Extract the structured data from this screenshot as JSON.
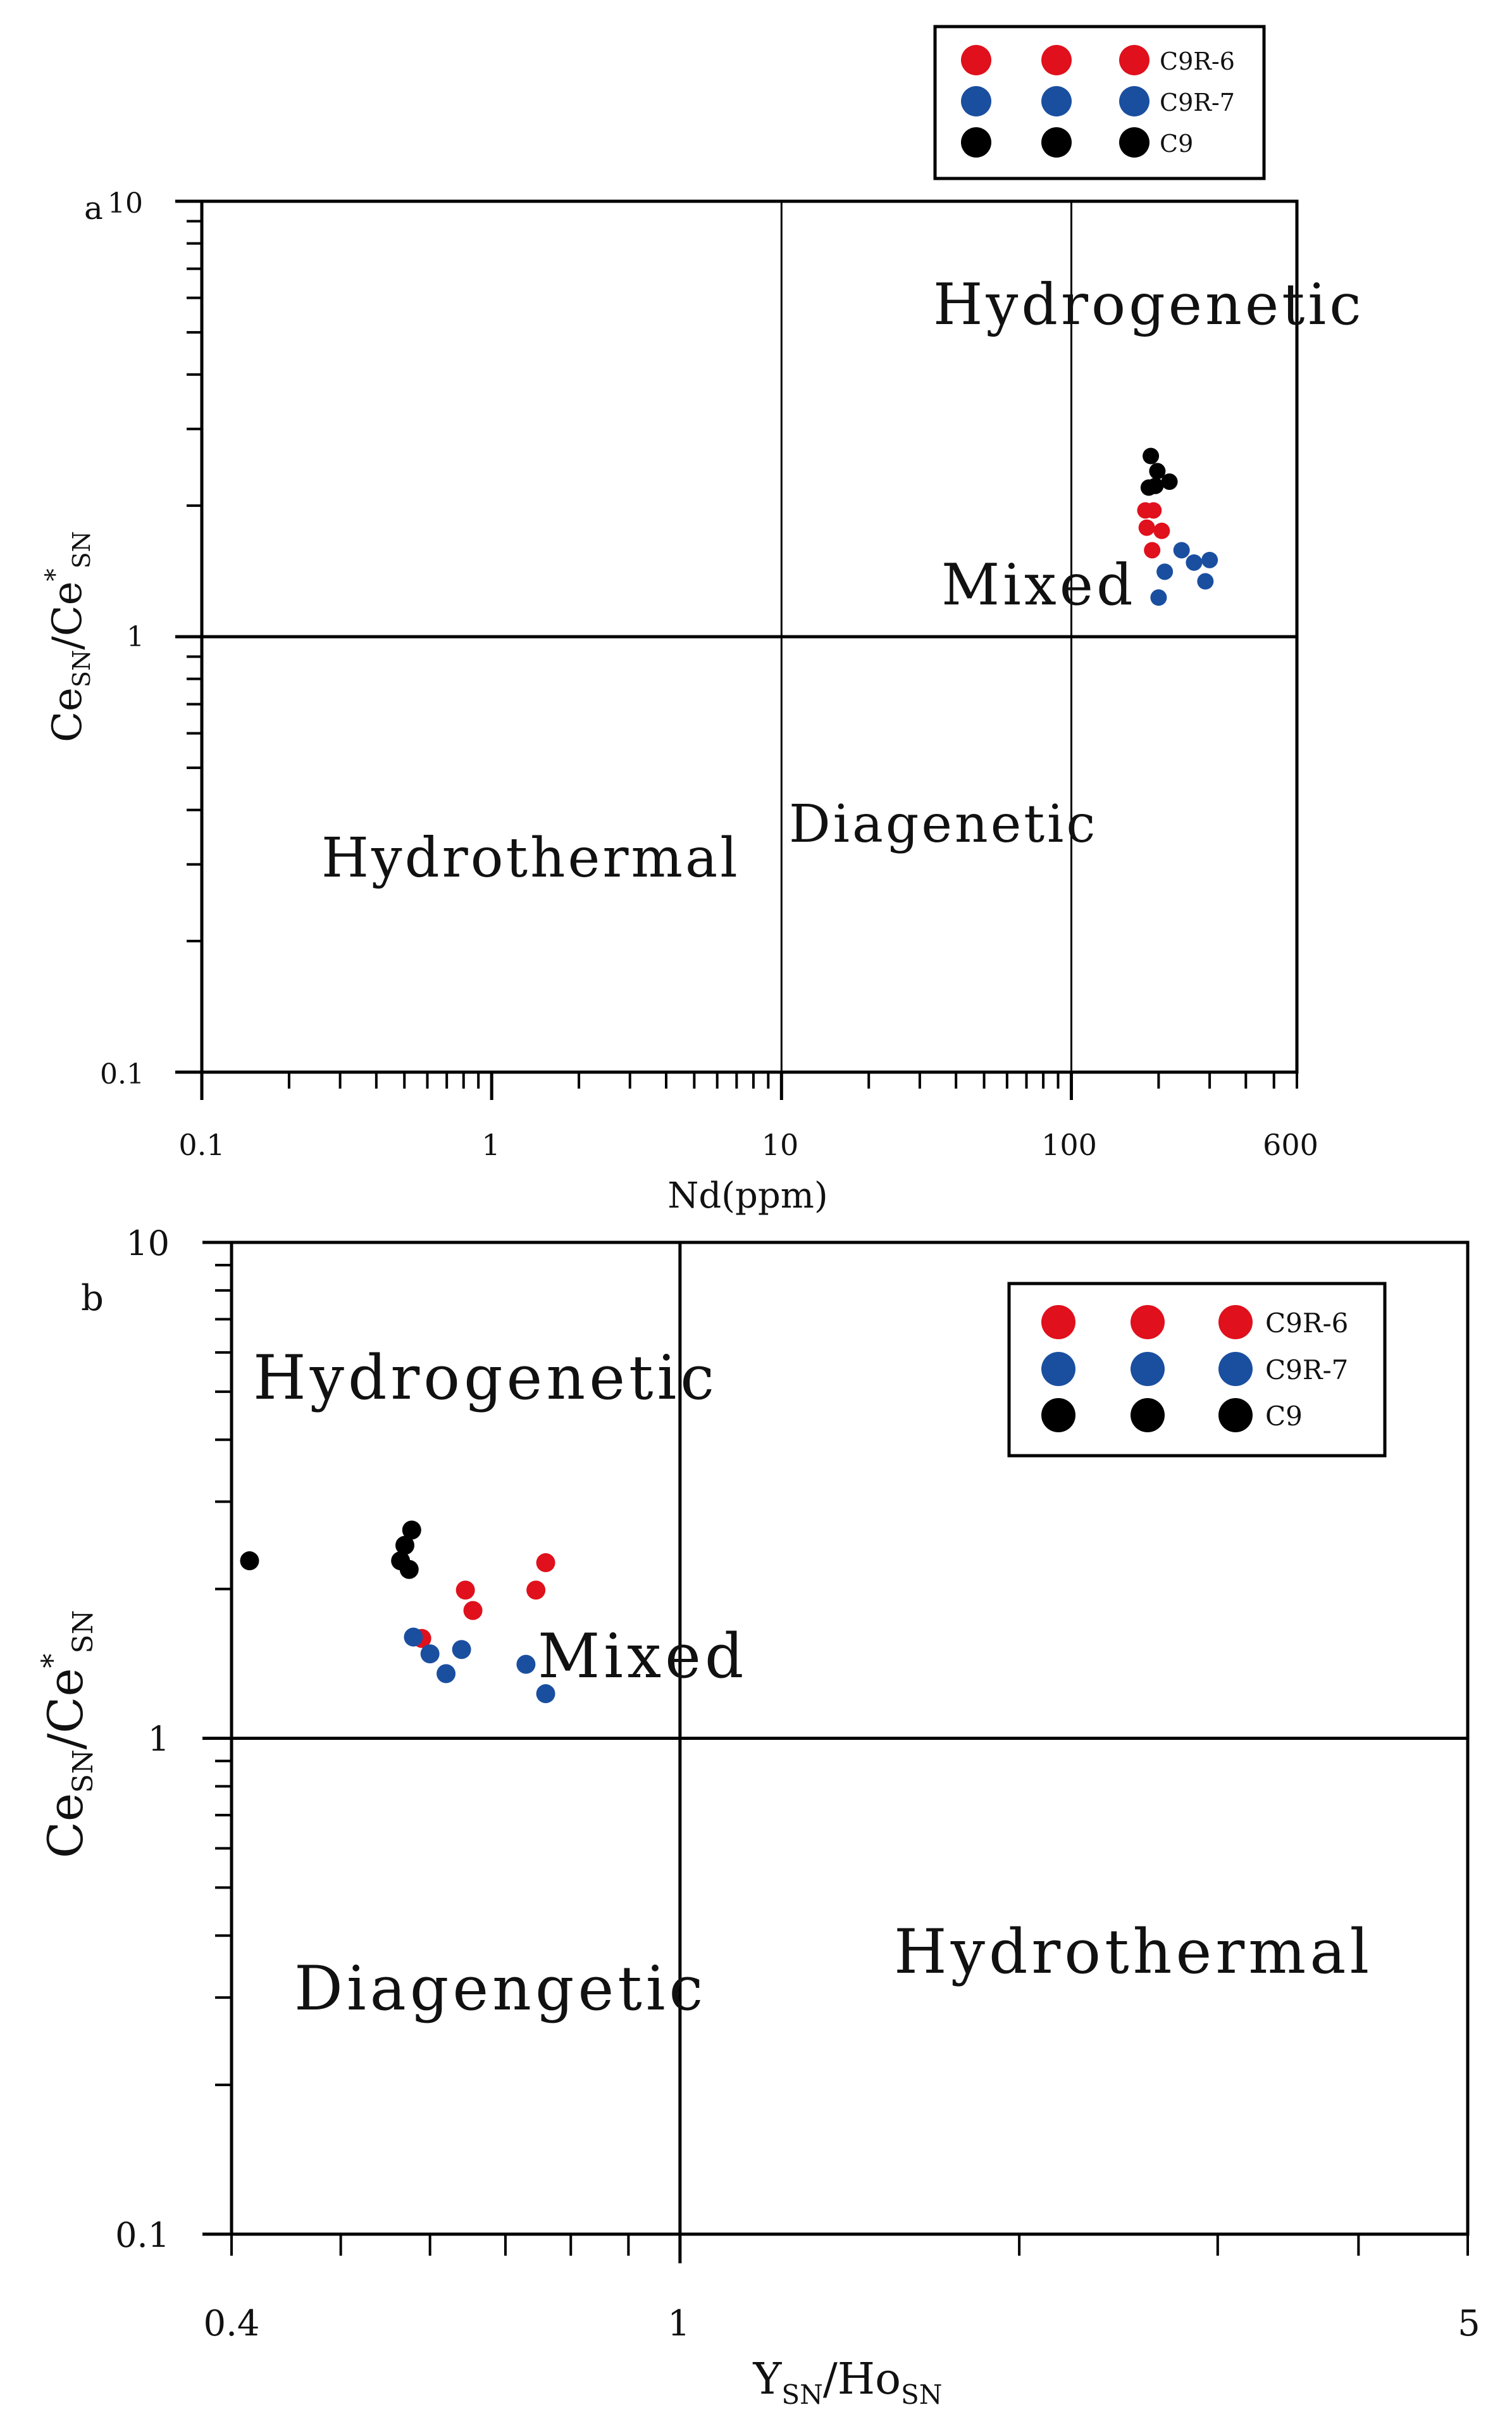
{
  "chart_data": [
    {
      "panel_letter": "a",
      "type": "scatter",
      "xlabel": "Nd(ppm)",
      "ylabel": {
        "base": "Ce",
        "sub1": "SN",
        "mid": "/Ce",
        "sup": "*",
        "sub2": "SN"
      },
      "x_scale": "log",
      "y_scale": "log",
      "xlim": [
        0.1,
        600
      ],
      "ylim": [
        0.1,
        10
      ],
      "x_tick_labels": [
        "0.1",
        "1",
        "10",
        "100",
        "600"
      ],
      "y_tick_labels": [
        "0.1",
        "1",
        "10"
      ],
      "grid": false,
      "legend_position": "top-right",
      "legend": [
        {
          "name": "C9R-6",
          "color": "#e0101c"
        },
        {
          "name": "C9R-7",
          "color": "#1a4fa0"
        },
        {
          "name": "C9",
          "color": "#000000"
        }
      ],
      "divider_lines": {
        "x": [
          10,
          100
        ],
        "y": [
          1
        ]
      },
      "region_labels": [
        "Hydrogenetic",
        "Mixed",
        "Diagenetic",
        "Hydrothermal"
      ],
      "series": [
        {
          "name": "C9R-6",
          "color": "#e0101c",
          "points": [
            [
              180,
              1.95
            ],
            [
              192,
              1.95
            ],
            [
              182,
              1.78
            ],
            [
              205,
              1.75
            ],
            [
              190,
              1.58
            ]
          ]
        },
        {
          "name": "C9R-7",
          "color": "#1a4fa0",
          "points": [
            [
              240,
              1.58
            ],
            [
              265,
              1.48
            ],
            [
              300,
              1.5
            ],
            [
              290,
              1.34
            ],
            [
              210,
              1.41
            ],
            [
              200,
              1.23
            ]
          ]
        },
        {
          "name": "C9",
          "color": "#000000",
          "points": [
            [
              188,
              2.6
            ],
            [
              198,
              2.4
            ],
            [
              218,
              2.27
            ],
            [
              195,
              2.22
            ],
            [
              185,
              2.2
            ]
          ]
        }
      ]
    },
    {
      "panel_letter": "b",
      "type": "scatter",
      "xlabel": {
        "base": "Y",
        "sub1": "SN",
        "mid": "/Ho",
        "sub2": "SN"
      },
      "ylabel": {
        "base": "Ce",
        "sub1": "SN",
        "mid": "/Ce",
        "sup": "*",
        "sub2": "SN"
      },
      "x_scale": "log",
      "y_scale": "log",
      "xlim": [
        0.4,
        5
      ],
      "ylim": [
        0.1,
        10
      ],
      "x_tick_labels": [
        "0.4",
        "1",
        "5"
      ],
      "y_tick_labels": [
        "0.1",
        "1",
        "10"
      ],
      "grid": false,
      "legend_position": "top-right",
      "legend": [
        {
          "name": "C9R-6",
          "color": "#e0101c"
        },
        {
          "name": "C9R-7",
          "color": "#1a4fa0"
        },
        {
          "name": "C9",
          "color": "#000000"
        }
      ],
      "divider_lines": {
        "x": [
          1
        ],
        "y": [
          1
        ]
      },
      "region_labels": [
        "Hydrogenetic",
        "Mixed",
        "Diagengetic",
        "Hydrothermal"
      ],
      "series": [
        {
          "name": "C9R-6",
          "color": "#e0101c",
          "points": [
            [
              0.59,
              1.59
            ],
            [
              0.645,
              1.99
            ],
            [
              0.655,
              1.81
            ],
            [
              0.745,
              1.99
            ],
            [
              0.76,
              2.26
            ]
          ]
        },
        {
          "name": "C9R-7",
          "color": "#1a4fa0",
          "points": [
            [
              0.58,
              1.6
            ],
            [
              0.6,
              1.48
            ],
            [
              0.62,
              1.35
            ],
            [
              0.64,
              1.51
            ],
            [
              0.73,
              1.41
            ],
            [
              0.76,
              1.23
            ]
          ]
        },
        {
          "name": "C9",
          "color": "#000000",
          "points": [
            [
              0.415,
              2.28
            ],
            [
              0.565,
              2.28
            ],
            [
              0.57,
              2.45
            ],
            [
              0.578,
              2.63
            ],
            [
              0.575,
              2.19
            ]
          ]
        }
      ]
    }
  ]
}
